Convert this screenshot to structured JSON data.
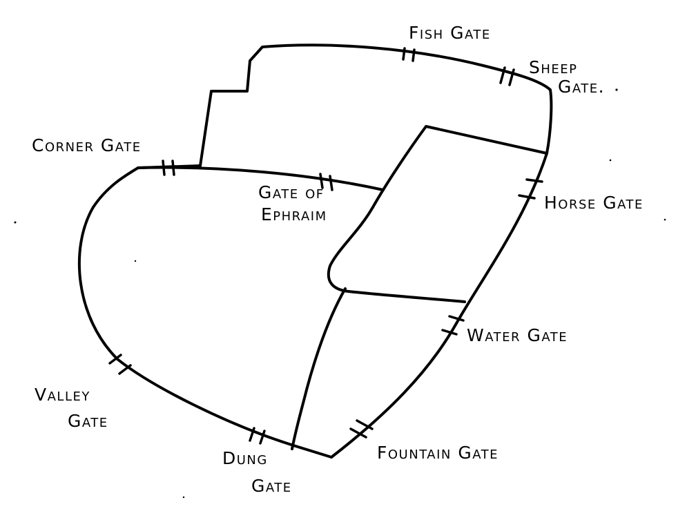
{
  "map": {
    "ink_color": "#000000",
    "paper_color": "#ffffff",
    "gates": {
      "fish": "Fish Gate",
      "sheep_line1": "Sheep",
      "sheep_line2": "Gate.",
      "corner": "Corner Gate",
      "ephraim_line1": "Gate of",
      "ephraim_line2": "Ephraim",
      "horse": "Horse Gate",
      "water": "Water Gate",
      "valley_line1": "Valley",
      "valley_line2": "Gate",
      "dung_line1": "Dung",
      "dung_line2": "Gate",
      "fountain": "Fountain Gate"
    }
  }
}
